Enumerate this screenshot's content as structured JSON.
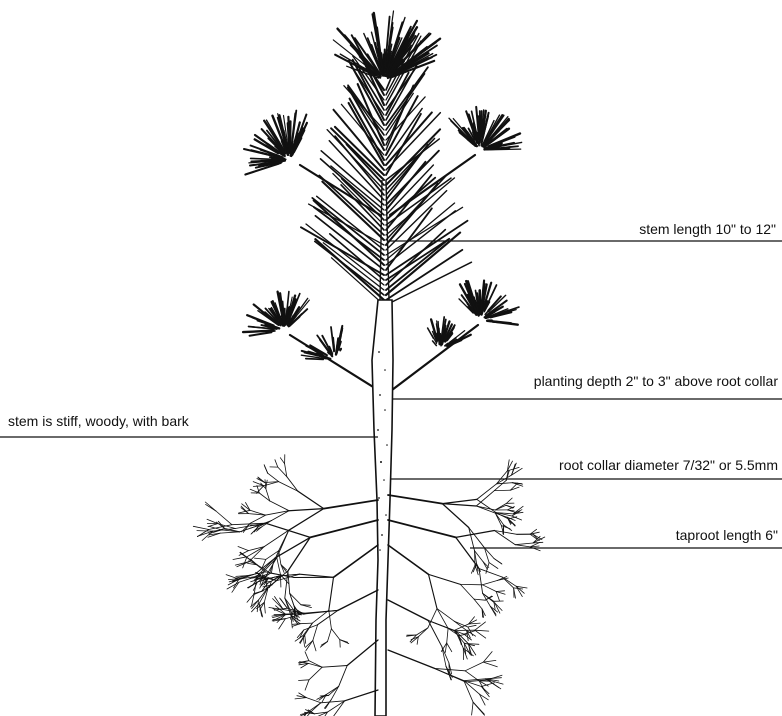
{
  "colors": {
    "ink": "#111111",
    "background": "#ffffff"
  },
  "labels": {
    "stem_length": "stem length 10\" to 12\"",
    "planting_depth": "planting depth 2\" to 3\" above root collar",
    "stem_stiff": "stem is stiff, woody, with bark",
    "root_collar": "root collar diameter 7/32\" or 5.5mm",
    "taproot": "taproot length 6\""
  }
}
